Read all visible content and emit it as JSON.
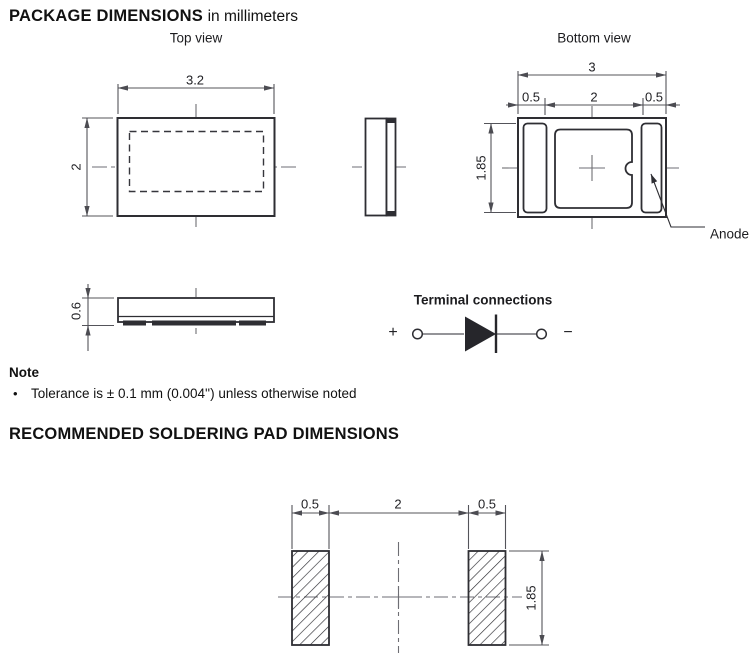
{
  "header": {
    "title": "PACKAGE DIMENSIONS",
    "subtitle": "in millimeters"
  },
  "package": {
    "top_view": {
      "label": "Top view",
      "dim_width": "3.2",
      "dim_height": "2"
    },
    "side_view": {
      "dim_thickness": "0.6"
    },
    "bottom_view": {
      "label": "Bottom view",
      "dim_width": "3",
      "dim_pad_left": "0.5",
      "dim_pad_gap": "2",
      "dim_pad_right": "0.5",
      "dim_height": "1.85",
      "anode_label": "Anode"
    },
    "terminal": {
      "label": "Terminal connections",
      "plus": "+",
      "minus": "−"
    }
  },
  "note": {
    "title": "Note",
    "bullet": "•",
    "text": "Tolerance is ± 0.1 mm (0.004'') unless otherwise noted"
  },
  "soldering": {
    "title": "RECOMMENDED SOLDERING PAD DIMENSIONS",
    "dim_pad_left": "0.5",
    "dim_gap": "2",
    "dim_pad_right": "0.5",
    "dim_height": "1.85"
  },
  "colors": {
    "outline": "#2e2e33",
    "dimension_line": "#54545a",
    "center_line": "#6e6e74",
    "background": "#ffffff"
  }
}
